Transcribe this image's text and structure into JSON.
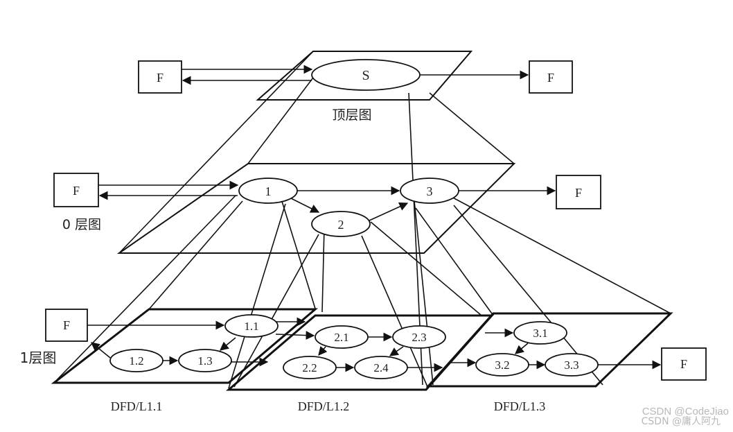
{
  "levels": {
    "top": {
      "caption": "顶层图"
    },
    "zero": {
      "caption": "0 层图"
    },
    "one": {
      "caption": "1层图"
    }
  },
  "processes": {
    "s": "S",
    "p1": "1",
    "p2": "2",
    "p3": "3",
    "p11": "1.1",
    "p12": "1.2",
    "p13": "1.3",
    "p21": "2.1",
    "p22": "2.2",
    "p23": "2.3",
    "p24": "2.4",
    "p31": "3.1",
    "p32": "3.2",
    "p33": "3.3"
  },
  "externals": {
    "top_left": "F",
    "top_right": "F",
    "zero_left": "F",
    "zero_right": "F",
    "one_left": "F",
    "one_right": "F"
  },
  "subdiagram_labels": {
    "l11": "DFD/L1.1",
    "l12": "DFD/L1.2",
    "l13": "DFD/L1.3"
  },
  "watermarks": {
    "line1": "CSDN @CodeJiao",
    "line2": "CSDN @庸人阿九"
  }
}
